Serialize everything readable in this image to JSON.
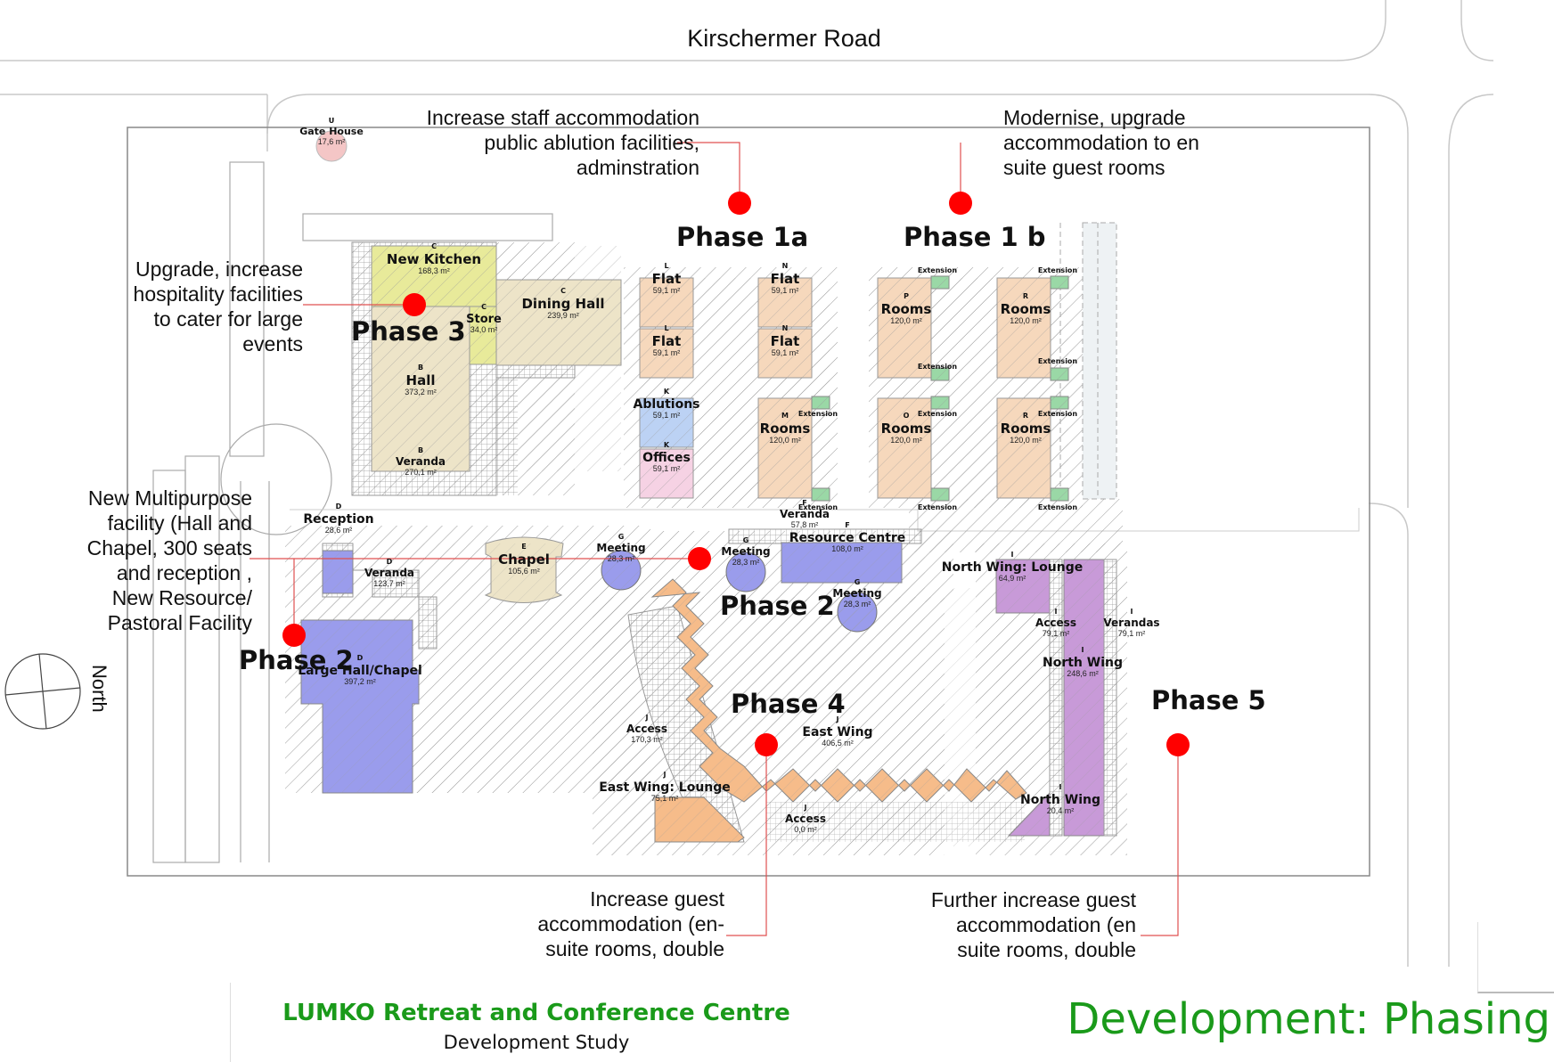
{
  "road": {
    "name": "Kirschermer Road"
  },
  "north_label": "North",
  "titles": {
    "project": "LUMKO Retreat and Conference Centre",
    "subtitle": "Development Study",
    "sheet": "Development: Phasing"
  },
  "colors": {
    "marker": "#ff0000",
    "leader": "#e05050",
    "title_green": "#1a9a1a",
    "kitchen": "#e8ea9a",
    "hall": "#ede4c8",
    "rooms": "#f6d8bc",
    "ablutions": "#bcd2f4",
    "offices": "#f6d2e4",
    "phase2": "#9a9cec",
    "east_wing": "#f6bc8a",
    "north_wing": "#c89ad8",
    "extension": "#9ad8a6",
    "gatehouse": "#f4c6c6"
  },
  "phases": {
    "p1a": "Phase 1a",
    "p1b": "Phase 1 b",
    "p2a": "Phase 2",
    "p2b": "Phase 2",
    "p3": "Phase 3",
    "p4": "Phase 4",
    "p5": "Phase 5"
  },
  "annotations": {
    "phase1a": "Increase staff accommodation\npublic ablution facilities,\nadminstration",
    "phase1b": "Modernise, upgrade\naccommodation to en\nsuite guest rooms",
    "phase3": "Upgrade, increase\nhospitality facilities\nto cater for large\nevents",
    "phase2": "New Multipurpose\nfacility (Hall  and\nChapel, 300 seats\nand reception ,\nNew Resource/\nPastoral Facility",
    "phase4": "Increase guest\naccommodation (en-\nsuite rooms, double",
    "phase5": "Further increase guest\naccommodation (en\nsuite rooms, double"
  },
  "extension_label": "Extension",
  "buildings": {
    "gatehouse": {
      "code": "U",
      "name": "Gate House",
      "area": "17,6 m²"
    },
    "kitchen": {
      "code": "C",
      "name": "New Kitchen",
      "area": "168,3 m²"
    },
    "store": {
      "code": "C",
      "name": "Store",
      "area": "34,0 m²"
    },
    "dining": {
      "code": "C",
      "name": "Dining Hall",
      "area": "239,9 m²"
    },
    "hall": {
      "code": "B",
      "name": "Hall",
      "area": "373,2 m²"
    },
    "veranda_b": {
      "code": "B",
      "name": "Veranda",
      "area": "270,1 m²"
    },
    "flat_l1": {
      "code": "L",
      "name": "Flat",
      "area": "59,1 m²"
    },
    "flat_l2": {
      "code": "L",
      "name": "Flat",
      "area": "59,1 m²"
    },
    "flat_n1": {
      "code": "N",
      "name": "Flat",
      "area": "59,1 m²"
    },
    "flat_n2": {
      "code": "N",
      "name": "Flat",
      "area": "59,1 m²"
    },
    "ablutions": {
      "code": "K",
      "name": "Ablutions",
      "area": "59,1 m²"
    },
    "offices": {
      "code": "K",
      "name": "Offices",
      "area": "59,1 m²"
    },
    "rooms_m": {
      "code": "M",
      "name": "Rooms",
      "area": "120,0 m²"
    },
    "rooms_p": {
      "code": "P",
      "name": "Rooms",
      "area": "120,0 m²"
    },
    "rooms_o": {
      "code": "O",
      "name": "Rooms",
      "area": "120,0 m²"
    },
    "rooms_r1": {
      "code": "R",
      "name": "Rooms",
      "area": "120,0 m²"
    },
    "rooms_r2": {
      "code": "R",
      "name": "Rooms",
      "area": "120,0 m²"
    },
    "reception": {
      "code": "D",
      "name": "Reception",
      "area": "28,6 m²"
    },
    "veranda_d": {
      "code": "D",
      "name": "Veranda",
      "area": "123,7 m²"
    },
    "large_hall": {
      "code": "D",
      "name": "Large Hall/Chapel",
      "area": "397,2 m²"
    },
    "chapel": {
      "code": "E",
      "name": "Chapel",
      "area": "105,6 m²"
    },
    "meeting1": {
      "code": "G",
      "name": "Meeting",
      "area": "28,3 m²"
    },
    "meeting2": {
      "code": "G",
      "name": "Meeting",
      "area": "28,3 m²"
    },
    "meeting3": {
      "code": "G",
      "name": "Meeting",
      "area": "28,3 m²"
    },
    "veranda_f": {
      "code": "F",
      "name": "Veranda",
      "area": "57,8 m²"
    },
    "resource": {
      "code": "F",
      "name": "Resource Centre",
      "area": "108,0 m²"
    },
    "nw_lounge": {
      "code": "I",
      "name": "North Wing: Lounge",
      "area": "64,9 m²"
    },
    "nw_access": {
      "code": "I",
      "name": "Access",
      "area": "79,1 m²"
    },
    "nw_verandas": {
      "code": "I",
      "name": "Verandas",
      "area": "79,1 m²"
    },
    "north_wing": {
      "code": "I",
      "name": "North Wing",
      "area": "248,6 m²"
    },
    "north_wing_small": {
      "code": "I",
      "name": "North Wing",
      "area": "20,4 m²"
    },
    "ew_access1": {
      "code": "J",
      "name": "Access",
      "area": "170,3 m²"
    },
    "east_wing": {
      "code": "J",
      "name": "East Wing",
      "area": "406,5 m²"
    },
    "ew_lounge": {
      "code": "J",
      "name": "East Wing: Lounge",
      "area": "75,1 m²"
    },
    "ew_access2": {
      "code": "J",
      "name": "Access",
      "area": "0,0 m²"
    }
  }
}
